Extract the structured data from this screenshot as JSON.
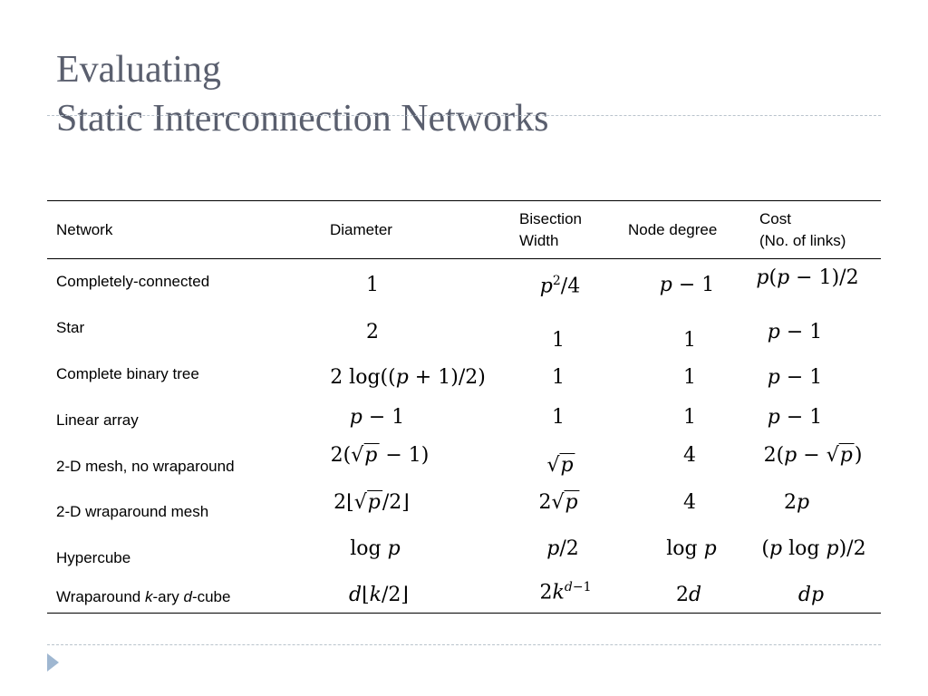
{
  "slide": {
    "title_line1": "Evaluating",
    "title_line2": "Static Interconnection Networks"
  },
  "table": {
    "headers": {
      "network": "Network",
      "diameter": "Diameter",
      "bisection_1": "Bisection",
      "bisection_2": "Width",
      "degree": "Node degree",
      "cost_1": "Cost",
      "cost_2": "(No. of links)"
    },
    "rows": [
      {
        "network": "Completely-connected",
        "diameter": "1",
        "bisection": "p²/4",
        "degree": "p − 1",
        "cost": "p(p − 1)/2"
      },
      {
        "network": "Star",
        "diameter": "2",
        "bisection": "1",
        "degree": "1",
        "cost": "p − 1"
      },
      {
        "network": "Complete binary tree",
        "diameter": "2 log((p + 1)/2)",
        "bisection": "1",
        "degree": "1",
        "cost": "p − 1"
      },
      {
        "network": "Linear array",
        "diameter": "p − 1",
        "bisection": "1",
        "degree": "1",
        "cost": "p − 1"
      },
      {
        "network": "2-D mesh, no wraparound",
        "diameter": "2(√p − 1)",
        "bisection": "√p",
        "degree": "4",
        "cost": "2(p − √p)"
      },
      {
        "network": "2-D wraparound mesh",
        "diameter": "2⌊√p/2⌋",
        "bisection": "2√p",
        "degree": "4",
        "cost": "2p"
      },
      {
        "network": "Hypercube",
        "diameter": "log p",
        "bisection": "p/2",
        "degree": "log p",
        "cost": "(p log p)/2"
      },
      {
        "network_parts": [
          "Wraparound ",
          "k",
          "-ary ",
          "d",
          "-cube"
        ],
        "diameter": "d⌊k/2⌋",
        "bisection": "2k^(d−1)",
        "degree": "2d",
        "cost": "dp"
      }
    ]
  }
}
